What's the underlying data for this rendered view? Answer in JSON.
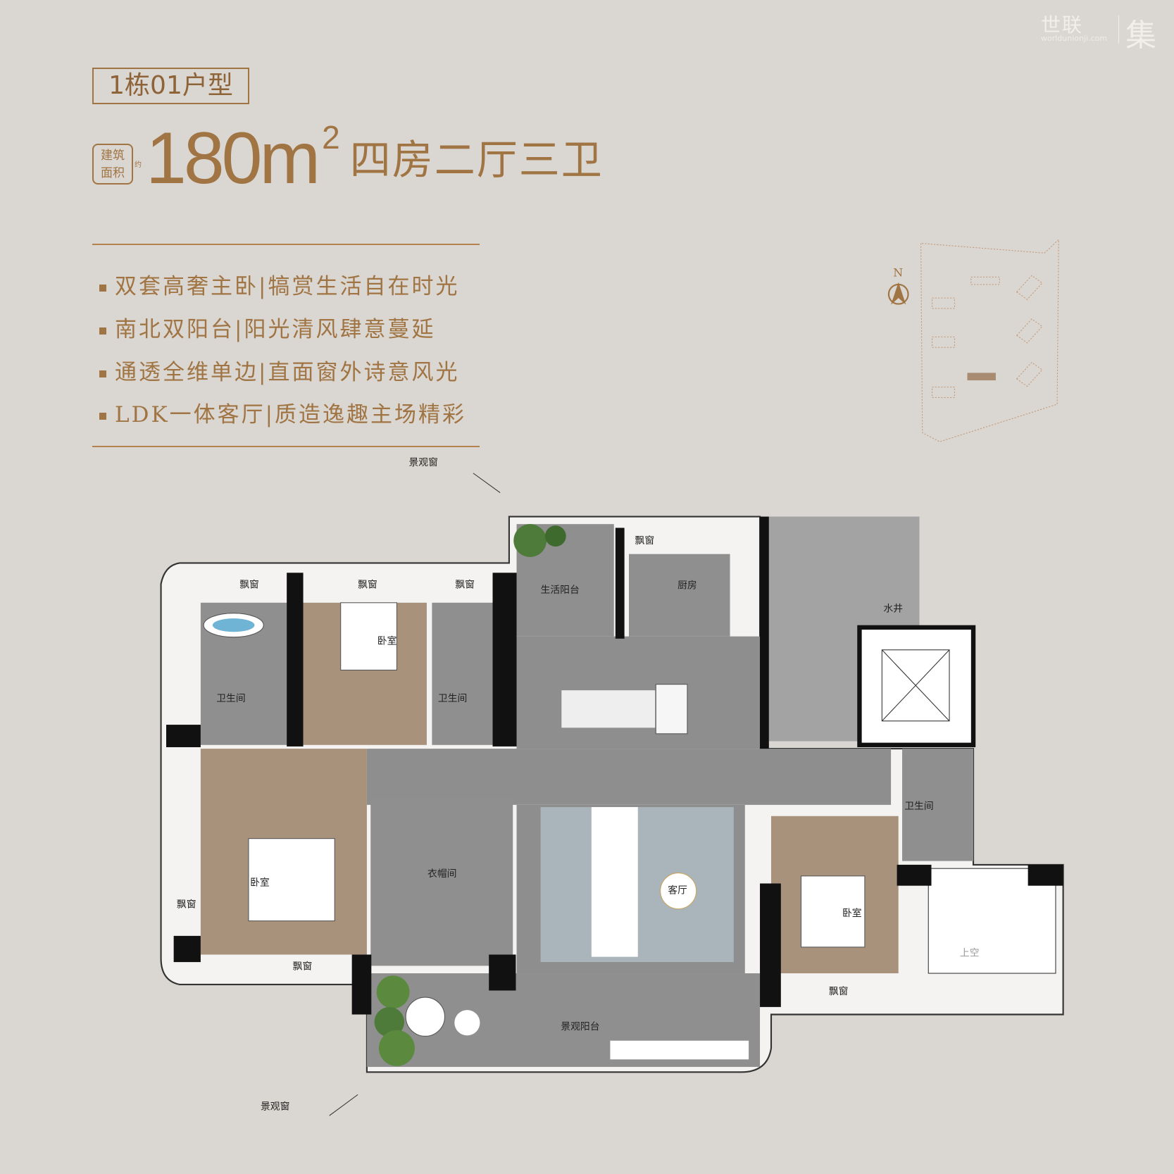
{
  "logo": {
    "brand_cn": "世联",
    "url": "worldunionji.com",
    "mark": "集"
  },
  "header": {
    "unit_type": "1栋01户型",
    "area_badge_line1": "建筑",
    "area_badge_line2": "面积",
    "area_badge_approx": "约",
    "area_value": "180m",
    "area_unit_sup": "2",
    "layout_name": "四房二厅三卫"
  },
  "features": [
    "双套高奢主卧|犒赏生活自在时光",
    "南北双阳台|阳光清风肆意蔓延",
    "通透全维单边|直面窗外诗意风光",
    "LDK一体客厅|质造逸趣主场精彩"
  ],
  "site_map": {
    "north_label": "N"
  },
  "plan": {
    "rooms": {
      "bay_window": "飘窗",
      "utility_balcony": "生活阳台",
      "kitchen": "厨房",
      "bedroom": "卧室",
      "bathroom": "卫生间",
      "cloakroom": "衣帽间",
      "living_room": "客厅",
      "view_balcony": "景观阳台",
      "water_shaft": "水井",
      "void": "上空",
      "view_window": "景观窗"
    }
  },
  "colors": {
    "accent": "#a07443",
    "background": "#dad6d1",
    "floor_grey": "#8e8e8e",
    "wood": "#a8927c"
  }
}
